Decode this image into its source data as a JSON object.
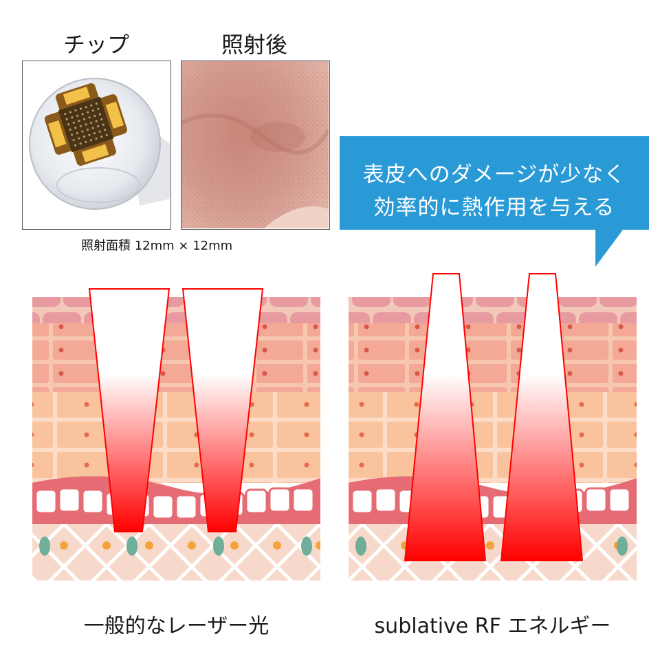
{
  "top": {
    "chip_label": "チップ",
    "after_label": "照射後",
    "area_text": "照射面積 12mm × 12mm"
  },
  "callout": {
    "line1": "表皮へのダメージが少なく",
    "line2": "効率的に熱作用を与える",
    "color": "#2a9ad6"
  },
  "labels": {
    "left": "一般的なレーザー光",
    "right": "sublative RF エネルギー"
  },
  "colors": {
    "beam": "#ff0000",
    "skin_top": "#f3c2b3",
    "skin_mid": "#f6cfb3",
    "dermis": "#f7d9cc"
  }
}
